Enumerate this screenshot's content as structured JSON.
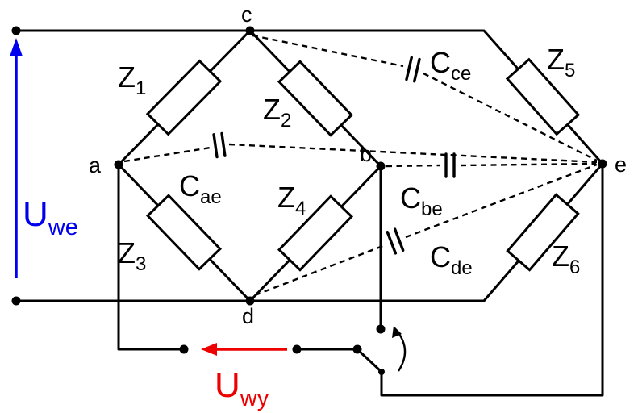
{
  "diagram_type": "ac-bridge-circuit-with-parasitic-capacitances",
  "nodes": {
    "a": "a",
    "b": "b",
    "c": "c",
    "d": "d",
    "e": "e"
  },
  "impedances": {
    "z1": {
      "main": "Z",
      "sub": "1"
    },
    "z2": {
      "main": "Z",
      "sub": "2"
    },
    "z3": {
      "main": "Z",
      "sub": "3"
    },
    "z4": {
      "main": "Z",
      "sub": "4"
    },
    "z5": {
      "main": "Z",
      "sub": "5"
    },
    "z6": {
      "main": "Z",
      "sub": "6"
    }
  },
  "capacitances": {
    "cae": {
      "main": "C",
      "sub": "ae"
    },
    "cce": {
      "main": "C",
      "sub": "ce"
    },
    "cbe": {
      "main": "C",
      "sub": "be"
    },
    "cde": {
      "main": "C",
      "sub": "de"
    }
  },
  "voltages": {
    "input": {
      "main": "U",
      "sub": "we"
    },
    "output": {
      "main": "U",
      "sub": "wy"
    }
  },
  "colors": {
    "wire": "#000000",
    "input_voltage": "#0000ee",
    "output_voltage": "#ee0000",
    "component_fill": "#ffffff",
    "background": "#ffffff"
  }
}
